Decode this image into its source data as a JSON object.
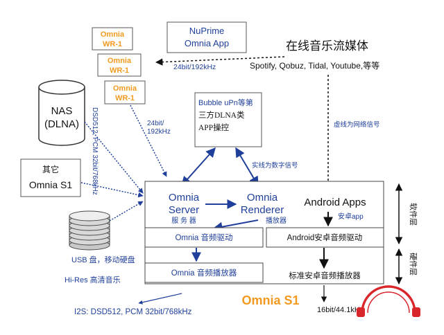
{
  "wr1_boxes": [
    {
      "line1": "Omnia",
      "line2": "WR-1"
    },
    {
      "line1": "Omnia",
      "line2": "WR-1"
    },
    {
      "line1": "Omnia",
      "line2": "WR-1"
    }
  ],
  "nuprime_app": {
    "line1": "NuPrime",
    "line2": "Omnia App"
  },
  "label_24bit_top": "24bit/192kHz",
  "streaming": {
    "title": "在线音乐流媒体",
    "services": "Spotify, Qobuz, Tidal, Youtube,等等",
    "dashed_note": "虚线为网络信号"
  },
  "nas": {
    "line1": "NAS",
    "line2": "(DLNA)"
  },
  "dsd_label": "DSD512, PCM 32bit/768kHz",
  "label_24bit_left": {
    "line1": "24bit/",
    "line2": "192kHz"
  },
  "bubble": {
    "line1": "Bubble uPn等第",
    "line2": "三方DLNA类",
    "line3": "APP操控"
  },
  "solid_note": "实线为数字信号",
  "other_box": {
    "line1": "其它",
    "line2": "Omnia S1"
  },
  "usb": {
    "line1": "USB 盘，移动硬盘",
    "line2": "Hi-Res 高清音乐"
  },
  "server": {
    "line1": "Omnia",
    "line2": "Server",
    "sub": "服 务 器"
  },
  "renderer": {
    "line1": "Omnia",
    "line2": "Renderer",
    "sub": "播放器"
  },
  "android_apps": {
    "title": "Android Apps",
    "sub": "安卓app"
  },
  "driver_left": "Omnia 音频驱动",
  "driver_right": "Android安卓音频驱动",
  "player_left": "Omnia 音频播放器",
  "player_right": "标准安卓音频播放器",
  "layers": {
    "software": "软件层",
    "hardware": "硬件层"
  },
  "product_name": "Omnia S1",
  "i2s_label": "I2S: DSD512, PCM 32bit/768kHz",
  "output_label": "16bit/44.1kHz",
  "colors": {
    "orange": "#f29a1f",
    "blue": "#1f3f9a",
    "red": "#d9262b"
  }
}
